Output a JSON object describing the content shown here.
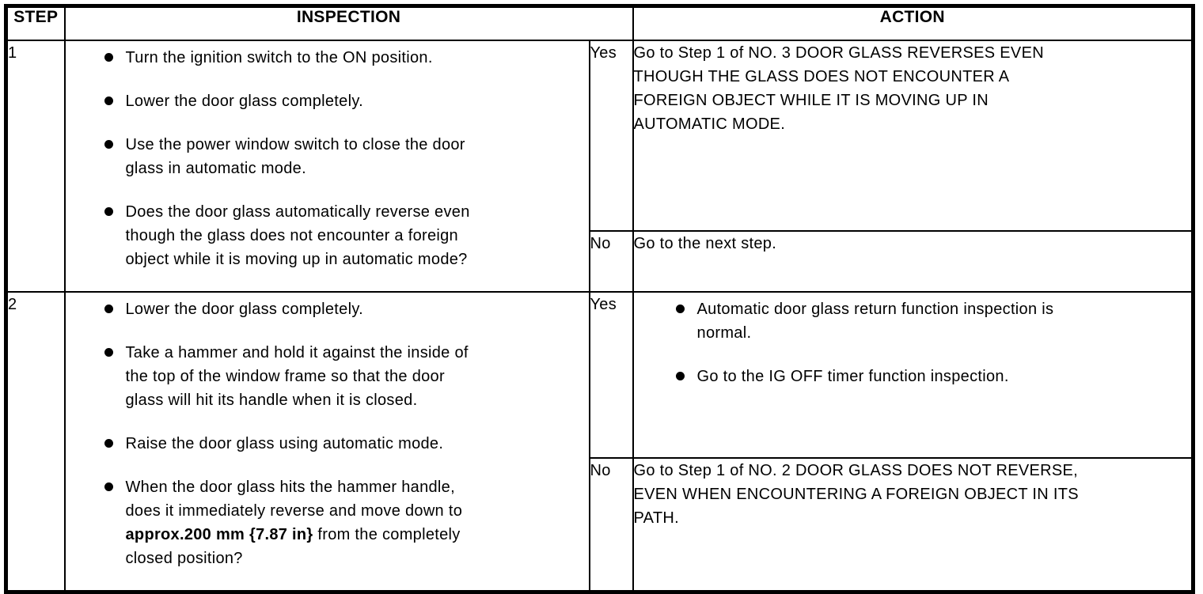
{
  "page": {
    "background_color": "#ffffff",
    "ink_color": "#000000"
  },
  "table": {
    "headers": {
      "step": "STEP",
      "inspection": "INSPECTION",
      "action": "ACTION"
    },
    "steps": [
      {
        "step": "1",
        "inspection_bullets": [
          "Turn the ignition switch to the ON position.",
          "Lower the door glass completely.",
          "Use the power window switch to close the door\nglass in automatic mode.",
          "Does the door glass automatically reverse even\nthough the glass does not encounter a foreign\nobject while it is moving up in automatic mode?"
        ],
        "yes": {
          "label": "Yes",
          "action_text": "Go to Step 1 of NO. 3 DOOR GLASS REVERSES EVEN\nTHOUGH THE GLASS DOES NOT ENCOUNTER A\nFOREIGN OBJECT WHILE IT IS MOVING UP IN\nAUTOMATIC MODE."
        },
        "no": {
          "label": "No",
          "action_text": "Go to the next step."
        }
      },
      {
        "step": "2",
        "inspection_bullets": [
          "Lower the door glass completely.",
          "Take a hammer and hold it against the inside of\nthe top of the window frame so that the door\nglass will hit its handle when it is closed.",
          "Raise the door glass using automatic mode."
        ],
        "inspection_bullet_rich": {
          "pre": "When the door glass hits the hammer handle,\ndoes it immediately reverse and move down to\n",
          "bold": "approx.200 mm {7.87 in}",
          "post": " from the completely\nclosed position?"
        },
        "yes": {
          "label": "Yes",
          "action_bullets": [
            "Automatic door glass return function inspection is\nnormal.",
            "Go to the IG OFF timer function inspection."
          ]
        },
        "no": {
          "label": "No",
          "action_text": "Go to Step 1 of NO. 2 DOOR GLASS DOES NOT REVERSE,\nEVEN WHEN ENCOUNTERING A FOREIGN OBJECT IN ITS\nPATH."
        }
      }
    ]
  }
}
